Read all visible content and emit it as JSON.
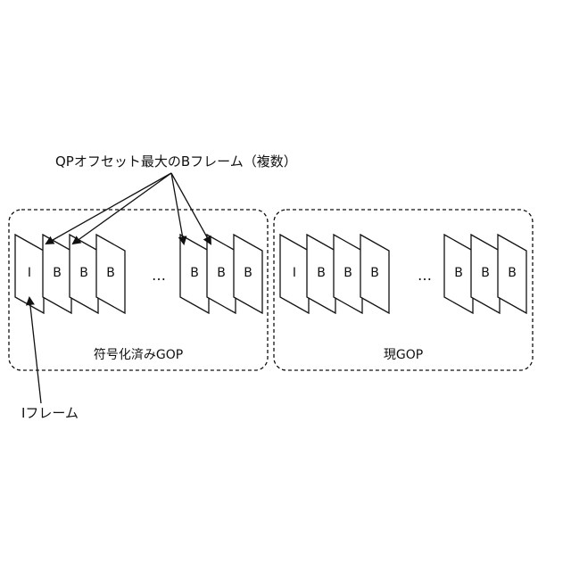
{
  "top_label": "QPオフセット最大のBフレーム（複数）",
  "bottom_label": "Iフレーム",
  "gops": [
    {
      "caption": "符号化済みGOP",
      "frames": [
        "I",
        "B",
        "B",
        "B",
        "…",
        "B",
        "B",
        "B"
      ]
    },
    {
      "caption": "現GOP",
      "frames": [
        "I",
        "B",
        "B",
        "B",
        "…",
        "B",
        "B",
        "B"
      ]
    }
  ],
  "arrows": {
    "qp_max_targets": [
      "gop0-frame1",
      "gop0-frame2",
      "gop0-frame5",
      "gop0-frame6"
    ],
    "iframe_target": "gop0-frame0"
  }
}
